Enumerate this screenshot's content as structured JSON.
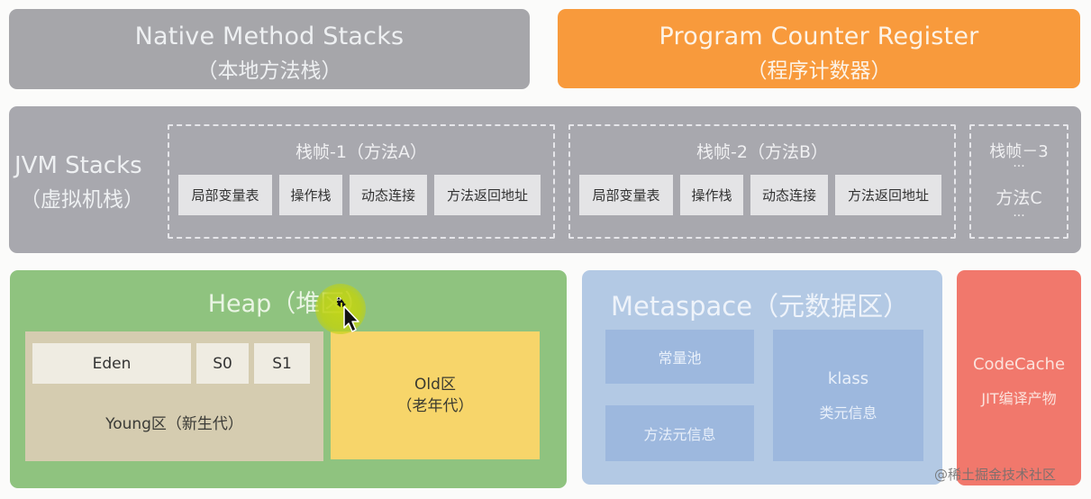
{
  "native_method_stacks": {
    "title_en": "Native Method Stacks",
    "title_cn": "（本地方法栈）",
    "color": "#a6a6aa"
  },
  "program_counter_register": {
    "title_en": "Program Counter Register",
    "title_cn": "（程序计数器）",
    "color": "#f89a3c"
  },
  "jvm_stacks": {
    "title_en": "JVM Stacks",
    "title_cn": "（虚拟机栈）",
    "color": "#a8a8ae",
    "frames": [
      {
        "title": "栈帧-1（方法A）",
        "cells": [
          "局部变量表",
          "操作栈",
          "动态连接",
          "方法返回地址"
        ]
      },
      {
        "title": "栈帧-2（方法B）",
        "cells": [
          "局部变量表",
          "操作栈",
          "动态连接",
          "方法返回地址"
        ]
      },
      {
        "title": "栈帧－3",
        "dots_top": "···",
        "method": "方法C",
        "dots_bottom": "···"
      }
    ]
  },
  "heap": {
    "title": "Heap（堆区）",
    "color": "#8fc37f",
    "young": {
      "label": "Young区（新生代）",
      "eden": "Eden",
      "s0": "S0",
      "s1": "S1"
    },
    "old": {
      "label_line1": "Old区",
      "label_line2": "（老年代）",
      "color": "#f7d56a"
    }
  },
  "metaspace": {
    "title": "Metaspace（元数据区）",
    "color": "#b3c9e4",
    "constant_pool": "常量池",
    "method_meta": "方法元信息",
    "klass_en": "klass",
    "klass_cn": "类元信息"
  },
  "code_cache": {
    "title_en": "CodeCache",
    "title_cn": "JIT编译产物",
    "color": "#f1786c"
  },
  "watermark": "@稀土掘金技术社区"
}
